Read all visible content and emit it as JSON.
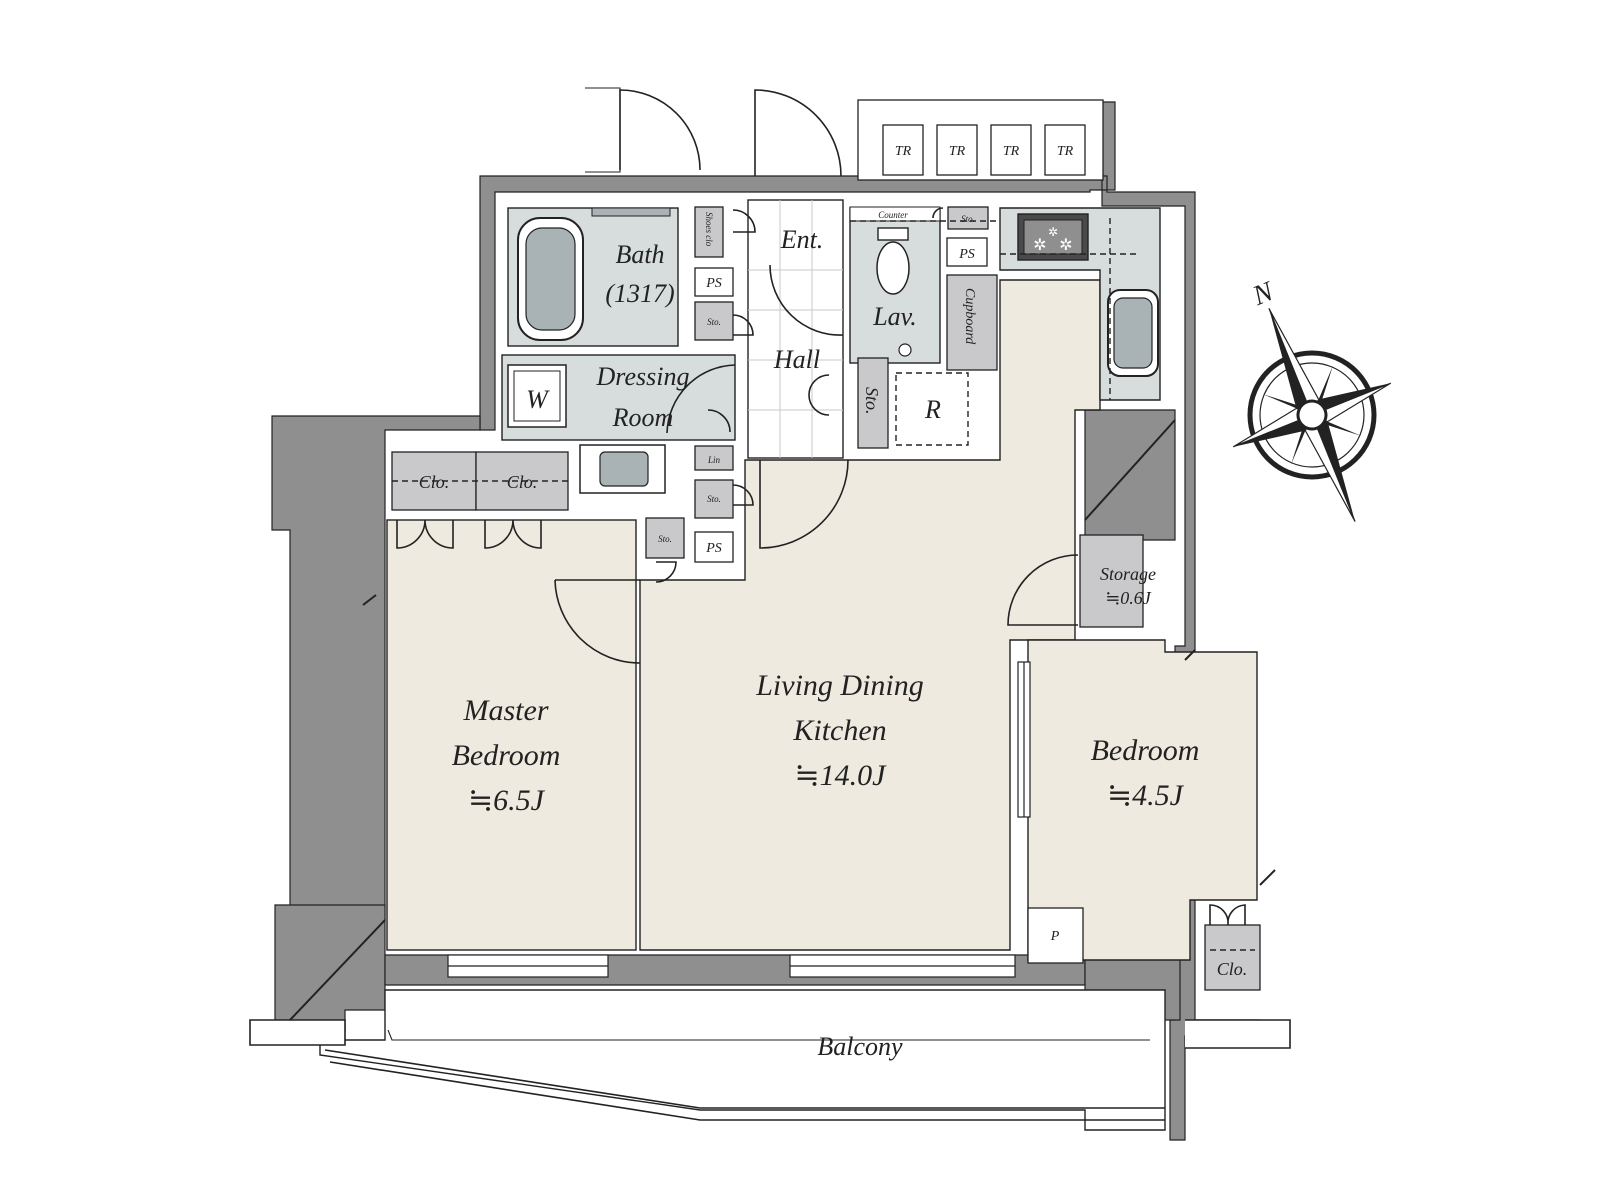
{
  "colors": {
    "wall": "#8f8f8f",
    "room_floor": "#efeadf",
    "wet_area": "#d7dcdc",
    "storage": "#c9c9cc",
    "tile": "#ffffff",
    "outline": "#222222",
    "background": "#ffffff"
  },
  "rooms": {
    "bath_name": "Bath",
    "bath_size": "(1317)",
    "entrance": "Ent.",
    "lavatory": "Lav.",
    "hall": "Hall",
    "dressing_line1": "Dressing",
    "dressing_line2": "Room",
    "washer": "W",
    "refrigerator": "R",
    "counter": "Counter",
    "cupboard": "Cupboard",
    "shoes_closet": "Shoes clo",
    "master_line1": "Master",
    "master_line2": "Bedroom",
    "master_area": "≒6.5J",
    "ldk_line1": "Living Dining",
    "ldk_line2": "Kitchen",
    "ldk_area": "≒14.0J",
    "bedroom_line1": "Bedroom",
    "bedroom_area": "≒4.5J",
    "storage_name": "Storage",
    "storage_area": "≒0.6J",
    "balcony": "Balcony",
    "pipe_space": "P"
  },
  "small_labels": {
    "ps": "PS",
    "sto": "Sto.",
    "sto_long": "Sto.",
    "clo": "Clo.",
    "lin": "Lin",
    "tr": "TR"
  },
  "compass": {
    "north_label": "N",
    "icon": "compass-rose-icon"
  }
}
